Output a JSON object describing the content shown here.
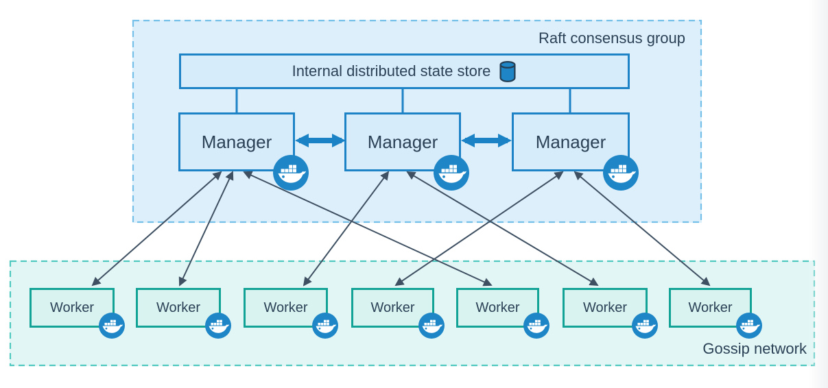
{
  "raft_group": {
    "label": "Raft consensus group",
    "state_store": {
      "label": "Internal distributed state store",
      "icon": "database-cylinder-icon"
    },
    "managers": [
      {
        "label": "Manager",
        "icon": "docker-whale-icon"
      },
      {
        "label": "Manager",
        "icon": "docker-whale-icon"
      },
      {
        "label": "Manager",
        "icon": "docker-whale-icon"
      }
    ]
  },
  "gossip_network": {
    "label": "Gossip network",
    "workers": [
      {
        "label": "Worker",
        "icon": "docker-whale-icon"
      },
      {
        "label": "Worker",
        "icon": "docker-whale-icon"
      },
      {
        "label": "Worker",
        "icon": "docker-whale-icon"
      },
      {
        "label": "Worker",
        "icon": "docker-whale-icon"
      },
      {
        "label": "Worker",
        "icon": "docker-whale-icon"
      },
      {
        "label": "Worker",
        "icon": "docker-whale-icon"
      },
      {
        "label": "Worker",
        "icon": "docker-whale-icon"
      }
    ]
  },
  "connections": {
    "state_store_to_managers": [
      "manager-1",
      "manager-2",
      "manager-3"
    ],
    "manager_to_manager": [
      {
        "from": "manager-1",
        "to": "manager-2",
        "style": "thick-double-arrow"
      },
      {
        "from": "manager-2",
        "to": "manager-3",
        "style": "thick-double-arrow"
      }
    ],
    "manager_to_worker": [
      {
        "from": "manager-1",
        "to": "worker-1",
        "style": "thin-double-arrow"
      },
      {
        "from": "manager-1",
        "to": "worker-2",
        "style": "thin-double-arrow"
      },
      {
        "from": "manager-1",
        "to": "worker-5",
        "style": "thin-double-arrow"
      },
      {
        "from": "manager-2",
        "to": "worker-3",
        "style": "thin-double-arrow"
      },
      {
        "from": "manager-2",
        "to": "worker-6",
        "style": "thin-double-arrow"
      },
      {
        "from": "manager-3",
        "to": "worker-4",
        "style": "thin-double-arrow"
      },
      {
        "from": "manager-3",
        "to": "worker-7",
        "style": "thin-double-arrow"
      }
    ]
  },
  "colors": {
    "accent_blue": "#1b83c5",
    "manager_fill": "#d7ecfa",
    "manager_border": "#1d82c6",
    "raft_fill": "#ddeffb",
    "raft_border": "#74c0e8",
    "worker_fill": "#d9f3f0",
    "worker_border": "#12a296",
    "gossip_fill": "#e2f7f5",
    "gossip_border": "#4fc8c0",
    "arrow_dark": "#3e5062",
    "text_dark": "#2b4156",
    "docker_circle": "#1e86c6"
  }
}
